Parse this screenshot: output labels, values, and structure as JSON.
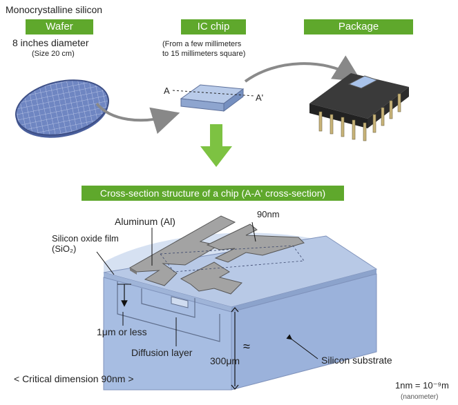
{
  "header": {
    "title": "Monocrystalline silicon"
  },
  "wafer": {
    "label": "Wafer",
    "size_line1": "8 inches diameter",
    "size_line2": "(Size 20 cm)"
  },
  "ic_chip": {
    "label": "IC chip",
    "size_line1": "(From a few millimeters",
    "size_line2": "to 15 millimeters square)",
    "point_a": "A",
    "point_a_prime": "A'"
  },
  "package": {
    "label": "Package"
  },
  "cross_section": {
    "title": "Cross-section structure of a chip (A-A' cross-section)",
    "aluminum": "Aluminum (Al)",
    "line_width": "90nm",
    "oxide_line1": "Silicon oxide film",
    "oxide_line2": "(SiO₂)",
    "depth": "1μm or less",
    "diffusion": "Diffusion layer",
    "thickness": "300μm",
    "substrate": "Silicon substrate",
    "critical_dimension": "< Critical dimension 90nm >",
    "unit_def": "1nm = 10⁻⁹m",
    "unit_name": "(nanometer)"
  },
  "colors": {
    "accent_green": "#5fa82c",
    "silicon_blue": "#b6c8e6",
    "aluminum_gray": "#a0a0a0"
  }
}
